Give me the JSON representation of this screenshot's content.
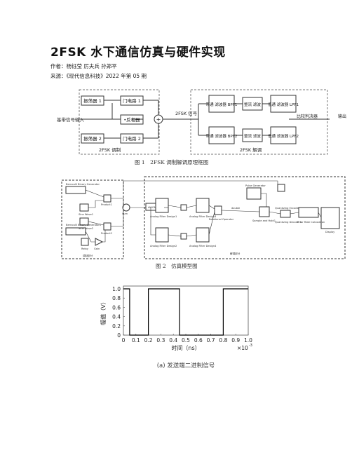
{
  "article": {
    "title": "2FSK 水下通信仿真与硬件实现",
    "authors": "作者：杨钰莹 厉夫兵 孙郑平",
    "source": "来源：《现代信息科技》2022 年第 05 期"
  },
  "figure1": {
    "caption": "图 1　2FSK 调制解调原理框图",
    "input_label": "基带信号输入",
    "osc1": "振荡器 1",
    "osc2": "振荡器 2",
    "gate1": "门电路 1",
    "gate2": "门电路 2",
    "inverter": "•反相器",
    "signal_label": "2FSK 信号",
    "bpf1": "带通 滤波器 BPF1",
    "bpf2": "带通 滤波器 BPF2",
    "rect1": "整流 滤波",
    "rect2": "整流 滤波",
    "lpf1": "低通 滤波器 LPF1",
    "lpf2": "低通 滤波器 LPF2",
    "decision": "比较判决器",
    "output": "输出",
    "mod_label": "2FSK 调制",
    "demod_label": "2FSK 解调"
  },
  "figure2": {
    "caption": "图 2　仿真模型图",
    "blocks": {
      "bern1": "Bernoulli Binary Generator",
      "bern2": "Bernoulli Binary Generator1",
      "sine1": "Sine Wave1",
      "sine2": "Sine Wave2",
      "product1": "Product1",
      "product2": "Product2",
      "relay": "Relay",
      "gain": "Gain",
      "sum": "Sum",
      "awgn": "AWGN",
      "af1": "Analog Filter Design1",
      "af2": "Analog Filter Design2",
      "af3": "Analog Filter Design3",
      "af4": "Analog Filter Design4",
      "rel": "Relational Operator",
      "double": "double",
      "pulse": "Pulse Generator",
      "sh": "Sample and Hold1",
      "qe": "Quantizing Encoder",
      "qd": "Quantizing Decoder1",
      "ber": "Error Rate Calculation",
      "display": "Display"
    },
    "mod_label": "调制部分",
    "demod_label": "解调部分"
  },
  "chart_data": {
    "type": "line",
    "x": [
      0,
      0.05,
      0.05,
      0.2,
      0.2,
      0.45,
      0.45,
      0.8,
      0.8,
      1.0
    ],
    "series": [
      {
        "values": [
          1,
          1,
          0,
          0,
          1,
          1,
          0,
          0,
          1,
          1
        ]
      }
    ],
    "xlabel": "时间（ns）",
    "ylabel": "幅值（V）",
    "xlim": [
      0,
      1.0
    ],
    "ylim": [
      0,
      1.0
    ],
    "xticks": [
      "0",
      "0.1",
      "0.2",
      "0.3",
      "0.4",
      "0.5",
      "0.6",
      "0.7",
      "0.8",
      "0.9",
      "1.0"
    ],
    "yticks": [
      "0",
      "0.2",
      "0.4",
      "0.6",
      "0.8",
      "1.0"
    ],
    "x_multiplier": "×10",
    "x_exponent": "-3",
    "subtitle": "(a) 发送端二进制信号",
    "grid": false,
    "line_color": "#000000"
  }
}
